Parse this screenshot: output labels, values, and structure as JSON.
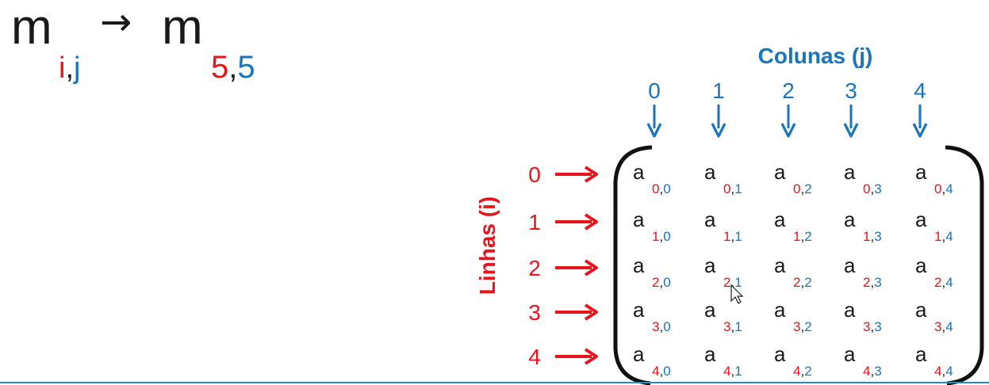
{
  "formula": {
    "symbol": "m",
    "arrow": "→",
    "sub_i": "i",
    "sub_comma": ",",
    "sub_j": "j",
    "rows_count": "5",
    "cols_count": "5"
  },
  "columns": {
    "title": "Colunas (j)",
    "labels": [
      "0",
      "1",
      "2",
      "3",
      "4"
    ]
  },
  "rows": {
    "title": "Linhas (i)",
    "labels": [
      "0",
      "1",
      "2",
      "3",
      "4"
    ]
  },
  "matrix": {
    "element": "a",
    "separator": ","
  },
  "colors": {
    "row_red": "#e8141c",
    "col_blue": "#1a75bb",
    "text_black": "#1a1a1a",
    "bracket": "#111111"
  }
}
